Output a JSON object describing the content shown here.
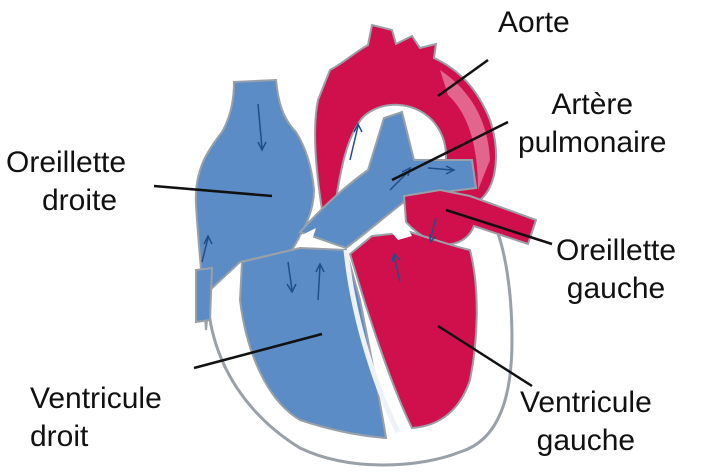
{
  "diagram": {
    "labels": {
      "aorte": "Aorte",
      "artere_pulmonaire": [
        "Artère",
        "pulmonaire"
      ],
      "oreillette_droite": [
        "Oreillette",
        "droite"
      ],
      "oreillette_gauche": [
        "Oreillette",
        "gauche"
      ],
      "ventricule_droit": [
        "Ventricule",
        "droit"
      ],
      "ventricule_gauche": [
        "Ventricule",
        "gauche"
      ]
    },
    "colors": {
      "deoxygenated_blood": "#5b8cc6",
      "oxygenated_blood": "#d0104c",
      "outline": "#9aa0a8",
      "flow_arrows": "#1f4f86",
      "leader_lines": "#111111"
    }
  }
}
